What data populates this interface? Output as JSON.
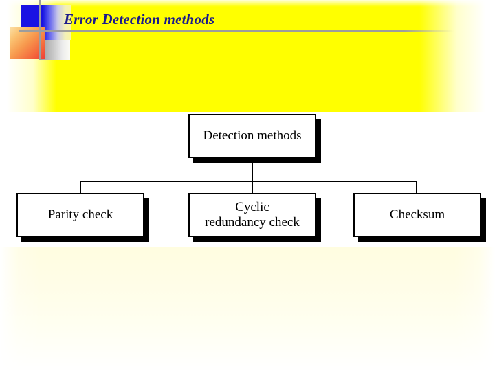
{
  "slide": {
    "title": "Error Detection methods",
    "title_color": "#1a1a8c",
    "background": {
      "band_color": "#ffff00",
      "panel_color": "#ffffff",
      "lower_wash_color": "#fffde0"
    },
    "decoration": {
      "blue_square_color": "#1a12e3",
      "orange_square_color": "#ef3b37",
      "gray_square_color": "#9a9a9a",
      "rule_color": "#9d9d9d"
    }
  },
  "diagram": {
    "type": "tree",
    "root": {
      "label": "Detection methods"
    },
    "children": [
      {
        "label": "Parity check",
        "line1": "Parity check",
        "line2": ""
      },
      {
        "label": "Cyclic redundancy check",
        "line1": "Cyclic",
        "line2": "redundancy check"
      },
      {
        "label": "Checksum",
        "line1": "Checksum",
        "line2": ""
      }
    ],
    "node_border_color": "#000000",
    "node_fill_color": "#ffffff",
    "node_shadow_color": "#000000",
    "connector_color": "#000000"
  }
}
